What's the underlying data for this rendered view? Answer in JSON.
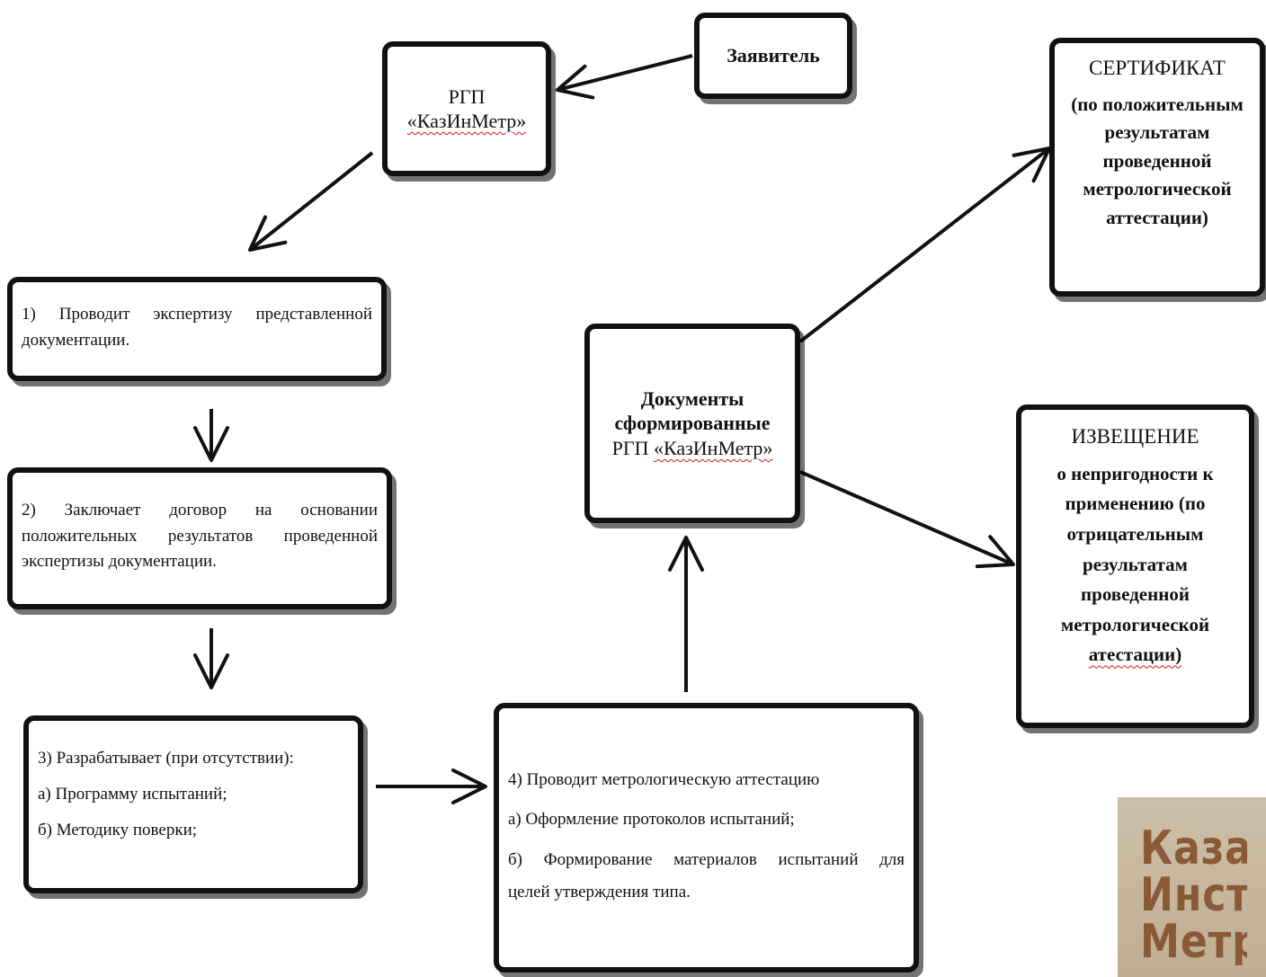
{
  "nodes": {
    "applicant": {
      "label": "Заявитель"
    },
    "rgp": {
      "line1": "РГП",
      "line2": "«КазИнМетр»"
    },
    "step1": {
      "line1": "1) Проводит экспертизу представленной",
      "line2": "документации."
    },
    "step2": {
      "line1": "2) Заключает договор на основании",
      "line2": "положительных результатов проведенной",
      "line3": "экспертизы документации."
    },
    "step3": {
      "heading": "3) Разрабатывает (при отсутствии):",
      "item_a": "а) Программу испытаний;",
      "item_b": "б) Методику поверки;"
    },
    "step4": {
      "heading": "4) Проводит метрологическую аттестацию",
      "item_a": "а) Оформление протоколов испытаний;",
      "item_b_line1": "б) Формирование материалов испытаний для",
      "item_b_line2": "целей утверждения типа."
    },
    "documents": {
      "line1": "Документы",
      "line2": "сформированные",
      "line3_prefix": "РГП ",
      "line3_name": "«КазИнМетр»"
    },
    "certificate": {
      "title": "СЕРТИФИКАТ",
      "lines": [
        "(по положительным",
        "результатам",
        "проведенной",
        "метрологической",
        "аттестации)"
      ]
    },
    "notice": {
      "title": "ИЗВЕЩЕНИЕ",
      "lines": [
        "о непригодности к",
        "применению (по",
        "отрицательным",
        "результатам",
        "проведенной",
        "метрологической",
        "атестации)"
      ]
    }
  },
  "logo": {
    "lines": [
      "Каза",
      "Инст",
      "Метр"
    ]
  },
  "colors": {
    "ink": "#111111",
    "logo_background": "#c4b49a",
    "logo_text": "#8a5a36",
    "spellcheck_underline": "#d01818"
  }
}
